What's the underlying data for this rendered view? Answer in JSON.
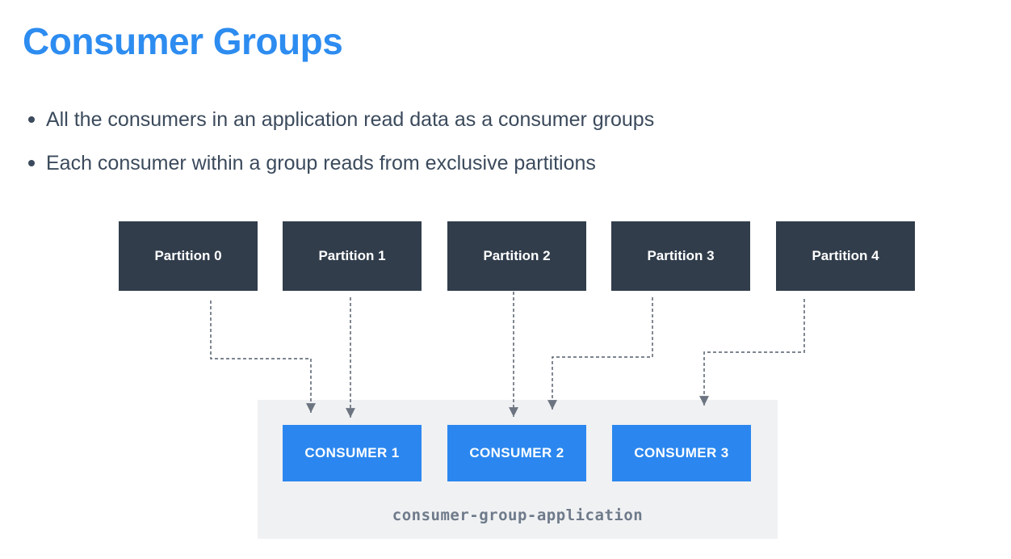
{
  "slide": {
    "title": "Consumer Groups",
    "bullets": [
      "All the consumers in an application read data as a consumer groups",
      "Each consumer within a group reads from exclusive partitions"
    ]
  },
  "diagram": {
    "partitions": [
      "Partition 0",
      "Partition 1",
      "Partition 2",
      "Partition 3",
      "Partition 4"
    ],
    "consumer_group": {
      "consumers": [
        "CONSUMER 1",
        "CONSUMER 2",
        "CONSUMER 3"
      ],
      "label": "consumer-group-application"
    }
  },
  "colors": {
    "title_blue": "#2d8cf0",
    "bullet_text": "#3b4a5c",
    "partition_dark": "#313d4b",
    "consumer_blue": "#2b87ef",
    "group_bg": "#f0f1f3",
    "label_gray": "#6e7a8a",
    "arrow_gray": "#6b7480"
  }
}
